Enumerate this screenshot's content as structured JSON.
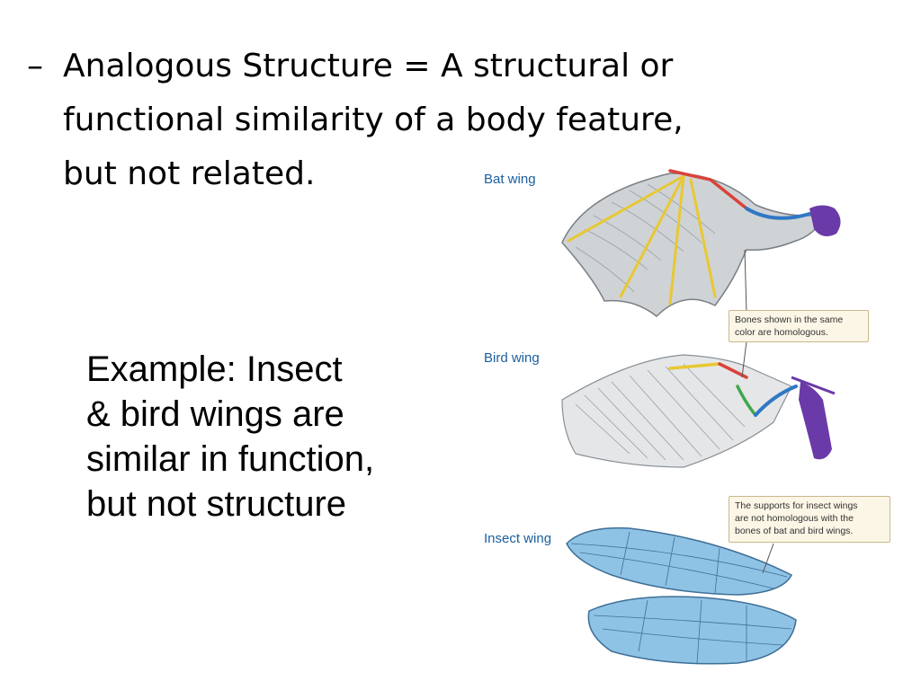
{
  "slide": {
    "bullet_marker": "–",
    "bullet_lines": [
      "Analogous Structure = A structural or",
      "functional similarity of a body feature,",
      "but not related."
    ],
    "example_lines": [
      "Example:  Insect",
      "& bird wings are",
      "similar in function,",
      "but not structure"
    ]
  },
  "figure": {
    "labels": {
      "bat": "Bat wing",
      "bird": "Bird wing",
      "insect": "Insect wing"
    },
    "callout_homologous": [
      "Bones shown in the same",
      "color are homologous."
    ],
    "callout_insect": [
      "The supports for insect wings",
      "are not homologous with the",
      "bones of bat and bird wings."
    ],
    "colors": {
      "membrane": "#c9cdd0",
      "finger_bones": "#e8c832",
      "red_bone": "#d9433a",
      "blue_bone": "#2f78c4",
      "purple_bone": "#6a3aa8",
      "green_bone": "#3fa64a",
      "insect_wing": "#8fc3e6",
      "label_blue": "#1b5fa0"
    }
  }
}
